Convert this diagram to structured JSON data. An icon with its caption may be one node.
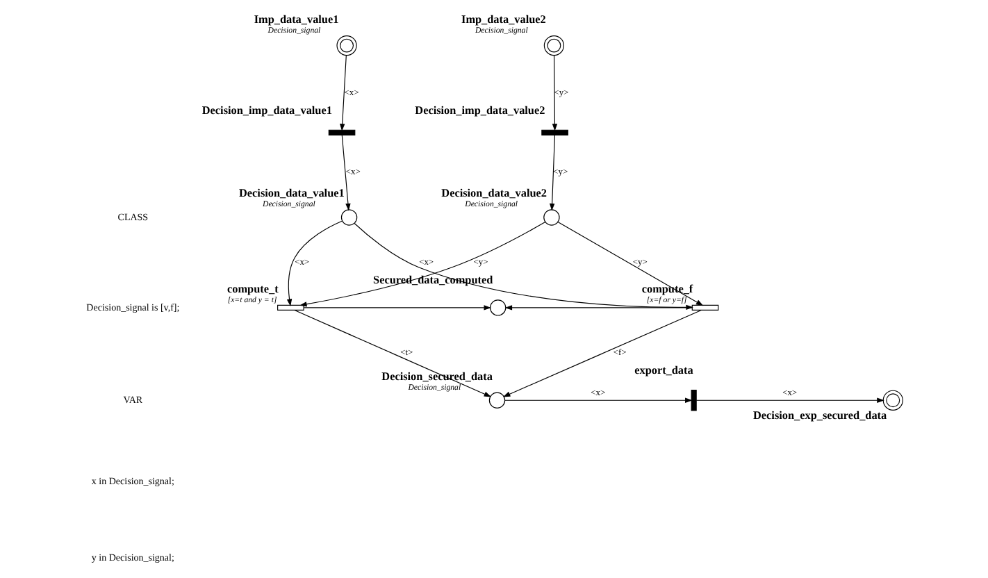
{
  "diagram": {
    "nodes": [
      {
        "text": [
          "Imp_data_value1"
        ],
        "beside": [
          "Decision_signal"
        ]
      },
      {
        "text": [
          "Imp_data_value2"
        ],
        "beside": [
          "Decision_signal"
        ]
      },
      {
        "text": [
          "Decision_imp_data_value1"
        ]
      },
      {
        "text": [
          "Decision_imp_data_value2"
        ]
      },
      {
        "text": [
          "Decision_data_value1"
        ],
        "beside": [
          "Decision_signal"
        ]
      },
      {
        "text": [
          "Decision_data_value2"
        ],
        "beside": [
          "Decision_signal"
        ]
      },
      {
        "text": [
          "compute_t"
        ],
        "beside": [
          "[x=t and y = t]"
        ]
      },
      {
        "text": [
          "Secured_data_computed"
        ]
      },
      {
        "text": [
          "compute_f"
        ],
        "beside": [
          "[x=f or y=f]"
        ]
      },
      {
        "text": [
          "Decision_secured_data"
        ],
        "beside": [
          "Decision_signal"
        ]
      },
      {
        "text": [
          "export_data"
        ]
      },
      {
        "text": [
          "Decision_exp_secured_data"
        ]
      }
    ],
    "edges": [
      {
        "from": 0,
        "to": 2,
        "arrow": "to",
        "label": "<x>"
      },
      {
        "from": 2,
        "to": 4,
        "arrow": "to",
        "label": "<x>"
      },
      {
        "from": 1,
        "to": 3,
        "arrow": "to",
        "label": "<y>"
      },
      {
        "from": 3,
        "to": 5,
        "arrow": "to",
        "label": "<y>"
      },
      {
        "from": 4,
        "to": 6,
        "arrow": "to",
        "label": "<x>"
      },
      {
        "from": 4,
        "to": 8,
        "arrow": "to",
        "label": "<x>"
      },
      {
        "from": 5,
        "to": 6,
        "arrow": "to",
        "label": "<y>"
      },
      {
        "from": 5,
        "to": 8,
        "arrow": "to",
        "label": "<y>"
      },
      {
        "from": 6,
        "to": 7,
        "arrow": "to"
      },
      {
        "from": 8,
        "to": 7,
        "arrow": "to"
      },
      {
        "from": 6,
        "to": 9,
        "arrow": "to",
        "label": "<t>"
      },
      {
        "from": 8,
        "to": 9,
        "arrow": "to",
        "label": "<f>"
      },
      {
        "from": 9,
        "to": 10,
        "arrow": "to",
        "label": "<x>"
      },
      {
        "from": 10,
        "to": 11,
        "arrow": "to",
        "label": "<x>"
      }
    ],
    "labels": [
      "CLASS",
      "Decision_signal is [v,f];",
      "VAR",
      "x in Decision_signal;",
      "y in Decision_signal;"
    ]
  }
}
